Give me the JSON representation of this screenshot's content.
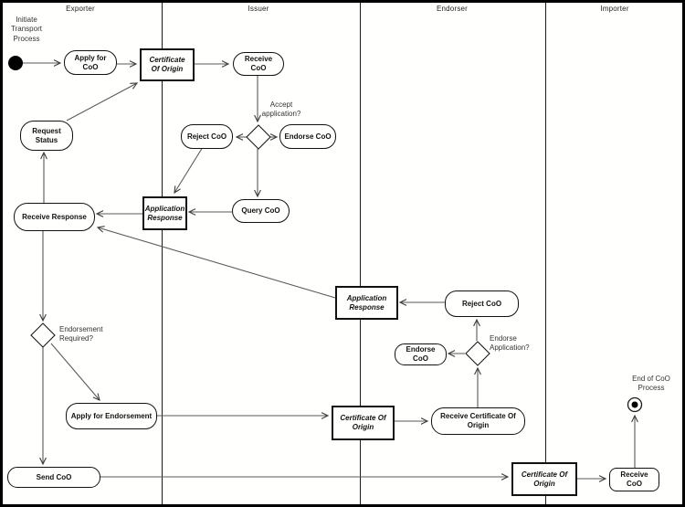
{
  "lanes": [
    {
      "label": "Exporter"
    },
    {
      "label": "Issuer"
    },
    {
      "label": "Endorser"
    },
    {
      "label": "Importer"
    }
  ],
  "labels": {
    "initiate": "Initiate Transport Process",
    "accept_application": "Accept application?",
    "endorsement_required": "Endorsement Required?",
    "endorse_application": "Endorse Application?",
    "end_of_process": "End of CoO Process"
  },
  "nodes": {
    "apply_for_coo": "Apply for CoO",
    "certificate_of_origin_1": "Certificate Of Origin",
    "receive_coo_issuer": "Receive CoO",
    "reject_coo_issuer": "Reject CoO",
    "endorse_coo_issuer": "Endorse CoO",
    "query_coo": "Query CoO",
    "application_response_issuer": "Application Response",
    "request_status": "Request Status",
    "receive_response": "Receive Response",
    "application_response_endorser": "Application Response",
    "reject_coo_endorser": "Reject CoO",
    "endorse_coo_endorser": "Endorse CoO",
    "apply_for_endorsement": "Apply for Endorsement",
    "certificate_of_origin_2": "Certificate Of Origin",
    "receive_certificate_of_origin": "Receive Certificate Of Origin",
    "send_coo": "Send CoO",
    "certificate_of_origin_3": "Certificate Of Origin",
    "receive_coo_importer": "Receive CoO"
  },
  "colors": {
    "background": "#ffffff",
    "line": "#4a4a4a",
    "node_border": "#111111",
    "text": "#111111"
  }
}
